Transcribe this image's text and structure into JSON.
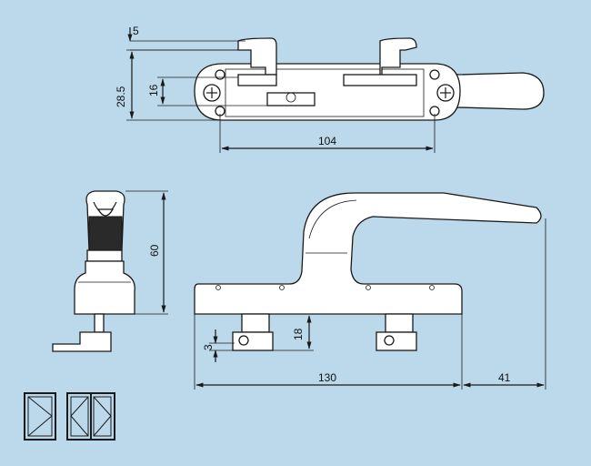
{
  "colors": {
    "background": "#bcd9ec",
    "part_fill": "#ffffff",
    "line": "#1a1a1a"
  },
  "dimensions": {
    "top_offset": "5",
    "overall_height": "28.5",
    "slot_height": "16",
    "hole_spacing": "104",
    "side_height": "60",
    "pin_height": "18",
    "tab_thickness": "3",
    "base_length": "130",
    "handle_overhang": "41"
  },
  "icons": [
    "casement-window-single-icon",
    "casement-window-double-icon"
  ]
}
